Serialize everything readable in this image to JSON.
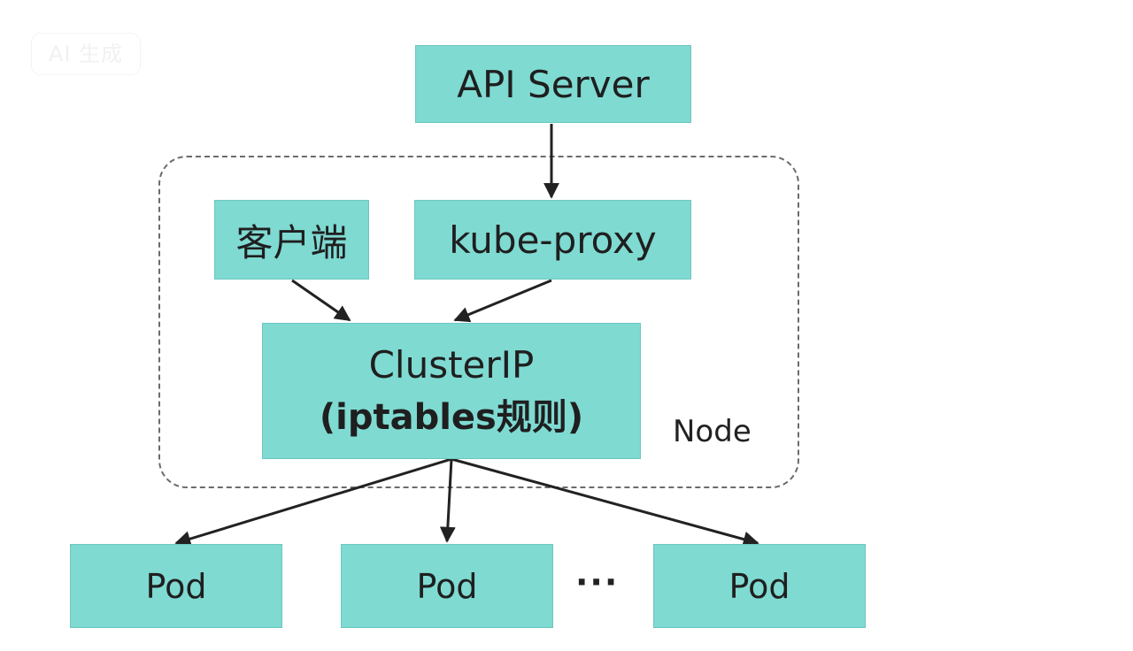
{
  "watermark": {
    "text": "AI 生成"
  },
  "nodes": {
    "api_server": "API Server",
    "kube_proxy": "kube-proxy",
    "client": "客户端",
    "clusterip_line1": "ClusterIP",
    "clusterip_line2": "(iptables规则)",
    "pods": [
      "Pod",
      "Pod",
      "Pod"
    ],
    "ellipsis": "···"
  },
  "group": {
    "label": "Node"
  },
  "colors": {
    "box_fill": "#7fdad2",
    "box_border": "#6cc7bf",
    "text": "#1f1f1f",
    "line": "#222222",
    "frame_dash": "#6b6b6b"
  }
}
